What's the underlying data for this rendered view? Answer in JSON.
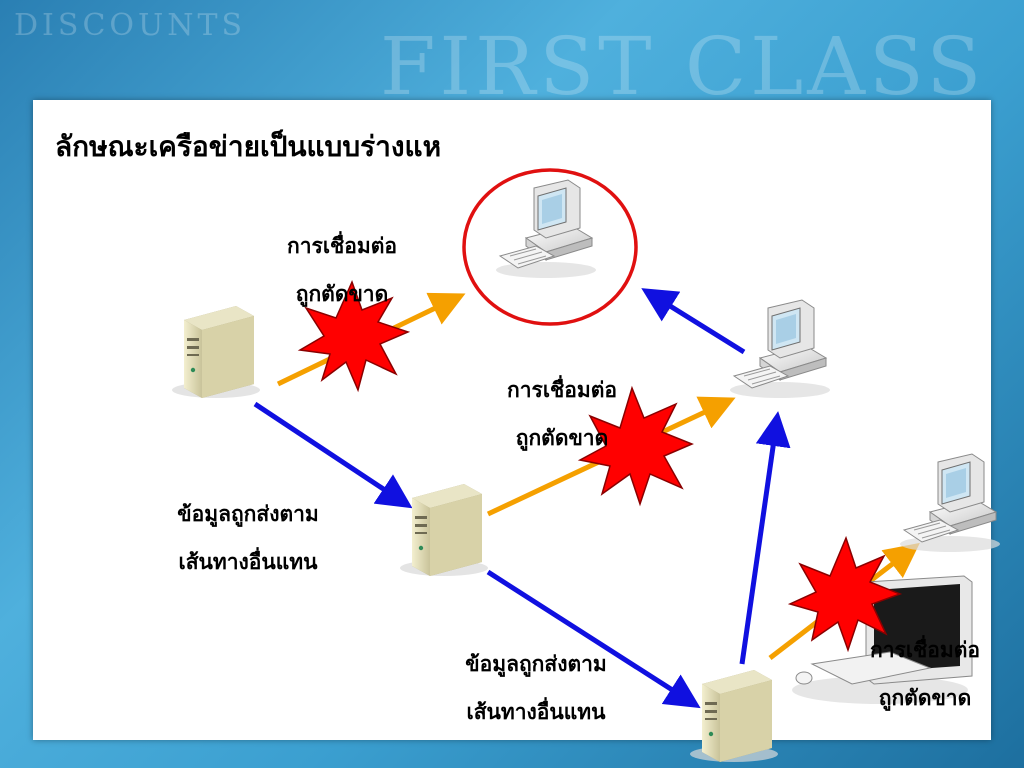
{
  "background": {
    "watermarks": [
      "DISCOUNTS",
      "FIRST CLASS"
    ]
  },
  "slide": {
    "title": "ลักษณะเครือข่ายเป็นแบบร่างแห",
    "labels": {
      "cut1": [
        "การเชื่อมต่อ",
        "ถูกตัดขาด"
      ],
      "cut2": [
        "การเชื่อมต่อ",
        "ถูกตัดขาด"
      ],
      "cut3": [
        "การเชื่อมต่อ",
        "ถูกตัดขาด"
      ],
      "reroute1": [
        "ข้อมูลถูกส่งตาม",
        "เส้นทางอื่นแทน"
      ],
      "reroute2": [
        "ข้อมูลถูกส่งตาม",
        "เส้นทางอื่นแทน"
      ]
    }
  },
  "colors": {
    "active_link": "#1010e0",
    "broken_link": "#f5a000",
    "break_mark": "#ff0000",
    "highlight_circle": "#e01010"
  },
  "icons": {
    "server": "server-tower-icon",
    "pc": "desktop-computer-icon",
    "monitor": "crt-monitor-icon",
    "break": "explosion-burst-icon"
  }
}
